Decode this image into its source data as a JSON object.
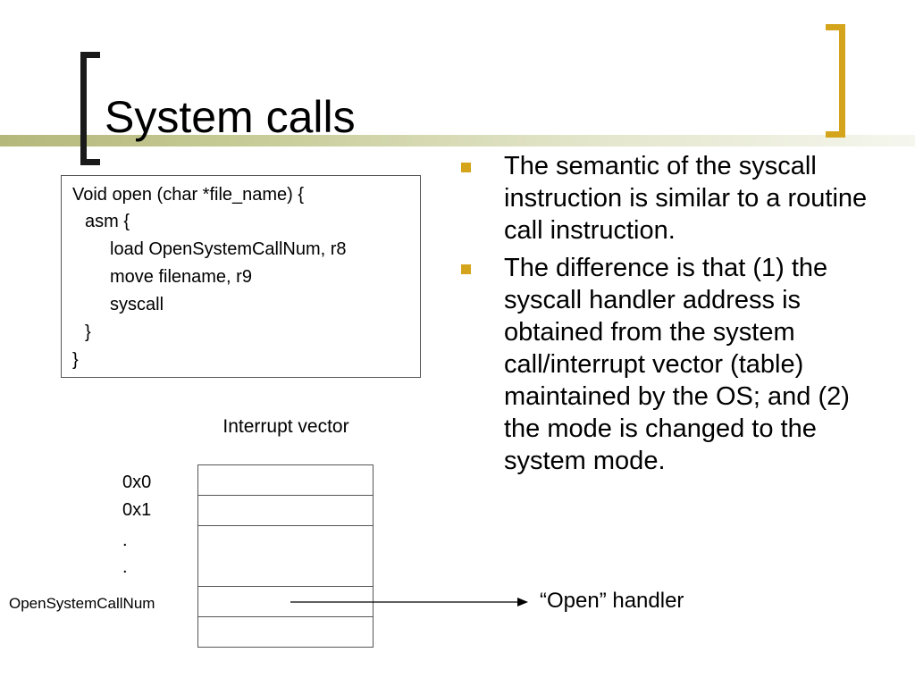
{
  "slide": {
    "title": "System calls",
    "code_lines": [
      "Void open (char *file_name) {",
      "asm {",
      "load OpenSystemCallNum, r8",
      "move filename, r9",
      "syscall",
      "}",
      "}"
    ],
    "bullets": [
      "The semantic of the syscall instruction is similar to a routine call instruction.",
      "The difference is that (1) the syscall handler address is obtained from the system call/interrupt vector (table) maintained by the OS; and (2) the mode is changed to the system mode."
    ],
    "diagram": {
      "vector_title": "Interrupt vector",
      "labels": [
        "0x0",
        "0x1",
        ".",
        "."
      ],
      "pointer_label": "OpenSystemCallNum",
      "handler_label": "“Open” handler"
    },
    "colors": {
      "accent": "#d4a51c",
      "band": "#b4b87a"
    }
  }
}
